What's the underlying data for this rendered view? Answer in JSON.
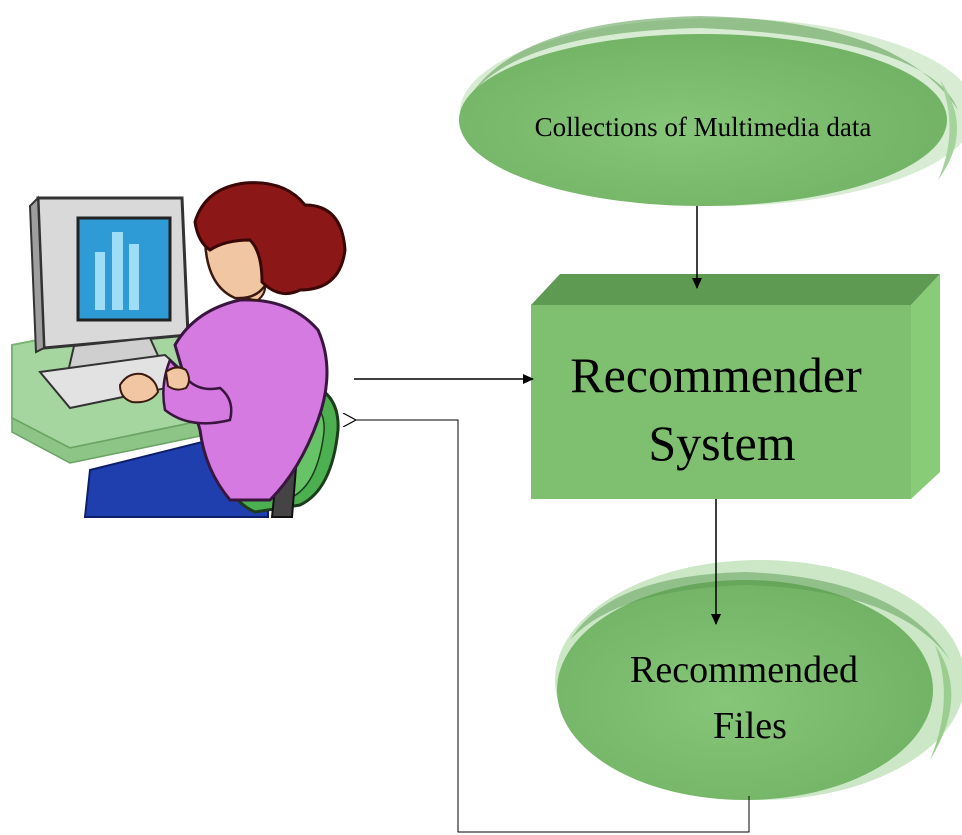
{
  "nodes": {
    "collections": {
      "label": "Collections of Multimedia data"
    },
    "recommender": {
      "line1": "Recommender",
      "line2": "System"
    },
    "recommended": {
      "line1": "Recommended",
      "line2": "Files"
    }
  },
  "user": {
    "icon": "user-at-computer-icon"
  },
  "colors": {
    "node_fill": "#7ec070",
    "node_shade": "#5f9a53",
    "node_top": "#8fcf80",
    "line": "#000000"
  }
}
